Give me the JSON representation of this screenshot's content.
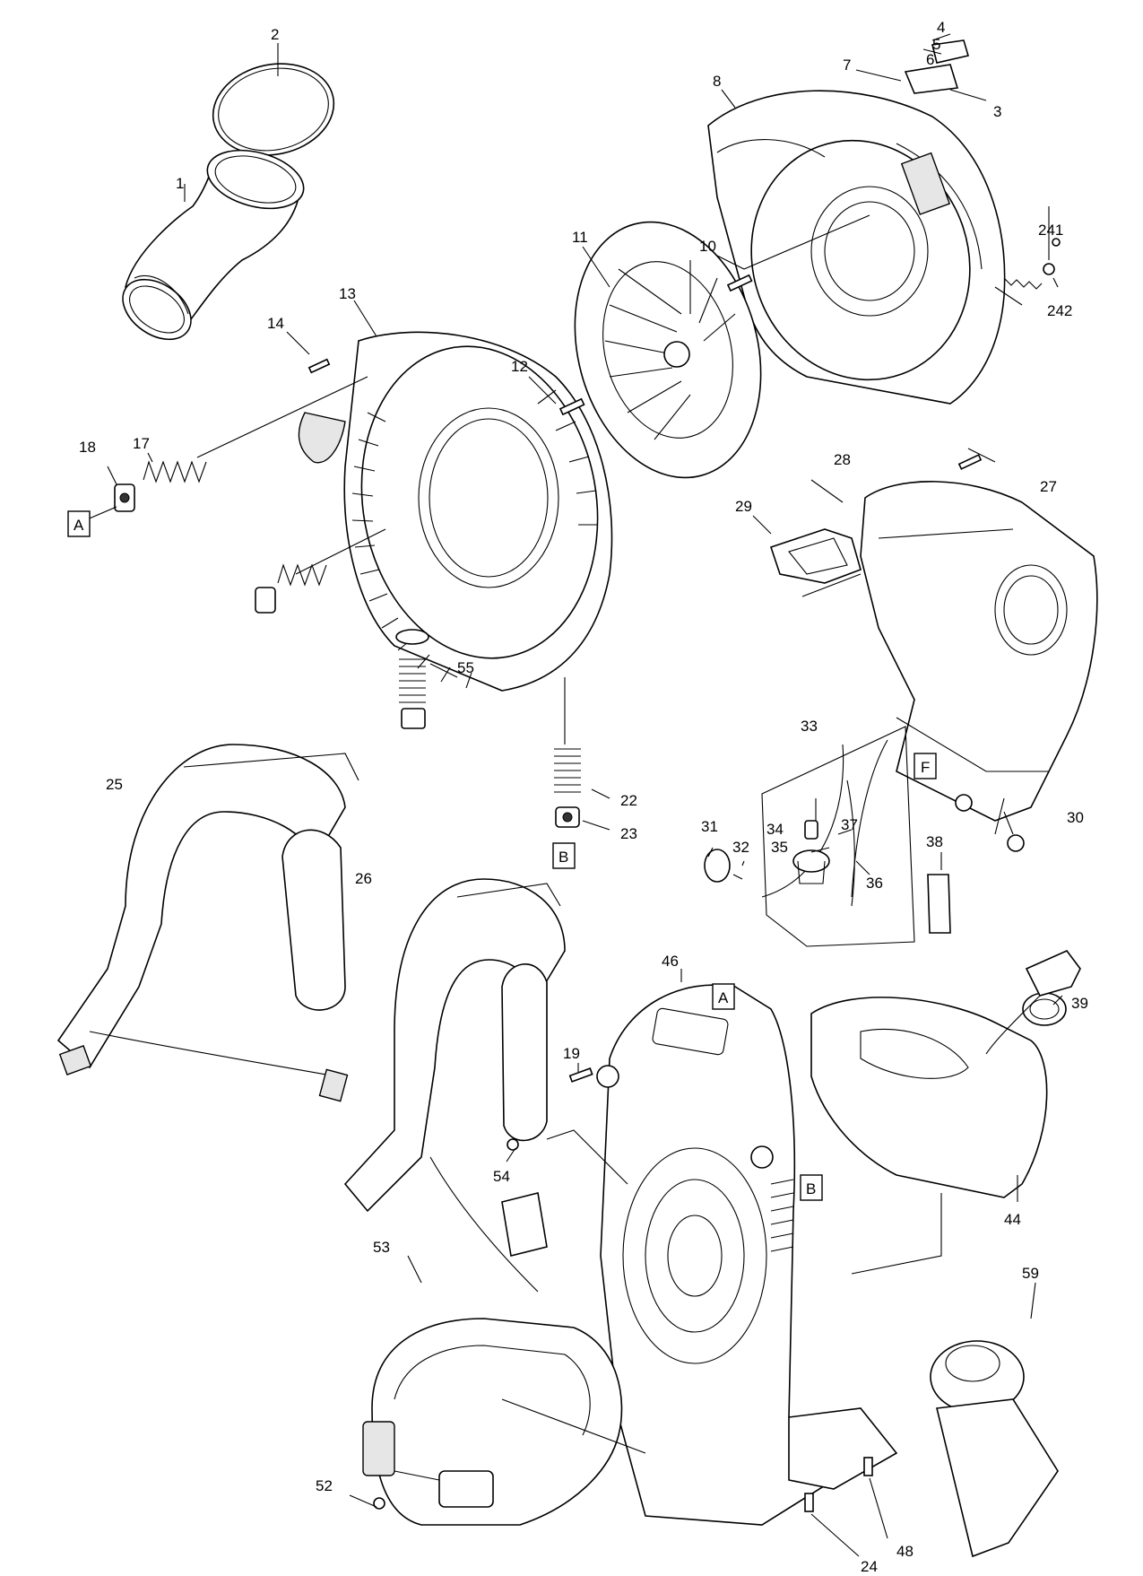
{
  "callouts": [
    {
      "id": "c1",
      "text": "1"
    },
    {
      "id": "c2",
      "text": "2"
    },
    {
      "id": "c3",
      "text": "3"
    },
    {
      "id": "c4",
      "text": "4"
    },
    {
      "id": "c5",
      "text": "5"
    },
    {
      "id": "c6",
      "text": "6"
    },
    {
      "id": "c7",
      "text": "7"
    },
    {
      "id": "c8",
      "text": "8"
    },
    {
      "id": "c10",
      "text": "10"
    },
    {
      "id": "c11",
      "text": "11"
    },
    {
      "id": "c12",
      "text": "12"
    },
    {
      "id": "c13",
      "text": "13"
    },
    {
      "id": "c14",
      "text": "14"
    },
    {
      "id": "c17",
      "text": "17"
    },
    {
      "id": "c18",
      "text": "18"
    },
    {
      "id": "c19",
      "text": "19"
    },
    {
      "id": "c22",
      "text": "22"
    },
    {
      "id": "c23",
      "text": "23"
    },
    {
      "id": "c24",
      "text": "24"
    },
    {
      "id": "c25",
      "text": "25"
    },
    {
      "id": "c26",
      "text": "26"
    },
    {
      "id": "c27",
      "text": "27"
    },
    {
      "id": "c28",
      "text": "28"
    },
    {
      "id": "c29",
      "text": "29"
    },
    {
      "id": "c30",
      "text": "30"
    },
    {
      "id": "c31",
      "text": "31"
    },
    {
      "id": "c32",
      "text": "32"
    },
    {
      "id": "c33",
      "text": "33"
    },
    {
      "id": "c34",
      "text": "34"
    },
    {
      "id": "c35",
      "text": "35"
    },
    {
      "id": "c36",
      "text": "36"
    },
    {
      "id": "c37",
      "text": "37"
    },
    {
      "id": "c38",
      "text": "38"
    },
    {
      "id": "c39",
      "text": "39"
    },
    {
      "id": "c44",
      "text": "44"
    },
    {
      "id": "c46",
      "text": "46"
    },
    {
      "id": "c48",
      "text": "48"
    },
    {
      "id": "c52",
      "text": "52"
    },
    {
      "id": "c53",
      "text": "53"
    },
    {
      "id": "c54",
      "text": "54"
    },
    {
      "id": "c55",
      "text": "55"
    },
    {
      "id": "c59",
      "text": "59"
    },
    {
      "id": "c241",
      "text": "241"
    },
    {
      "id": "c242",
      "text": "242"
    }
  ],
  "reference_boxes": [
    {
      "id": "refA1",
      "text": "A"
    },
    {
      "id": "refA2",
      "text": "A"
    },
    {
      "id": "refB1",
      "text": "B"
    },
    {
      "id": "refB2",
      "text": "B"
    },
    {
      "id": "refF",
      "text": "F"
    }
  ]
}
